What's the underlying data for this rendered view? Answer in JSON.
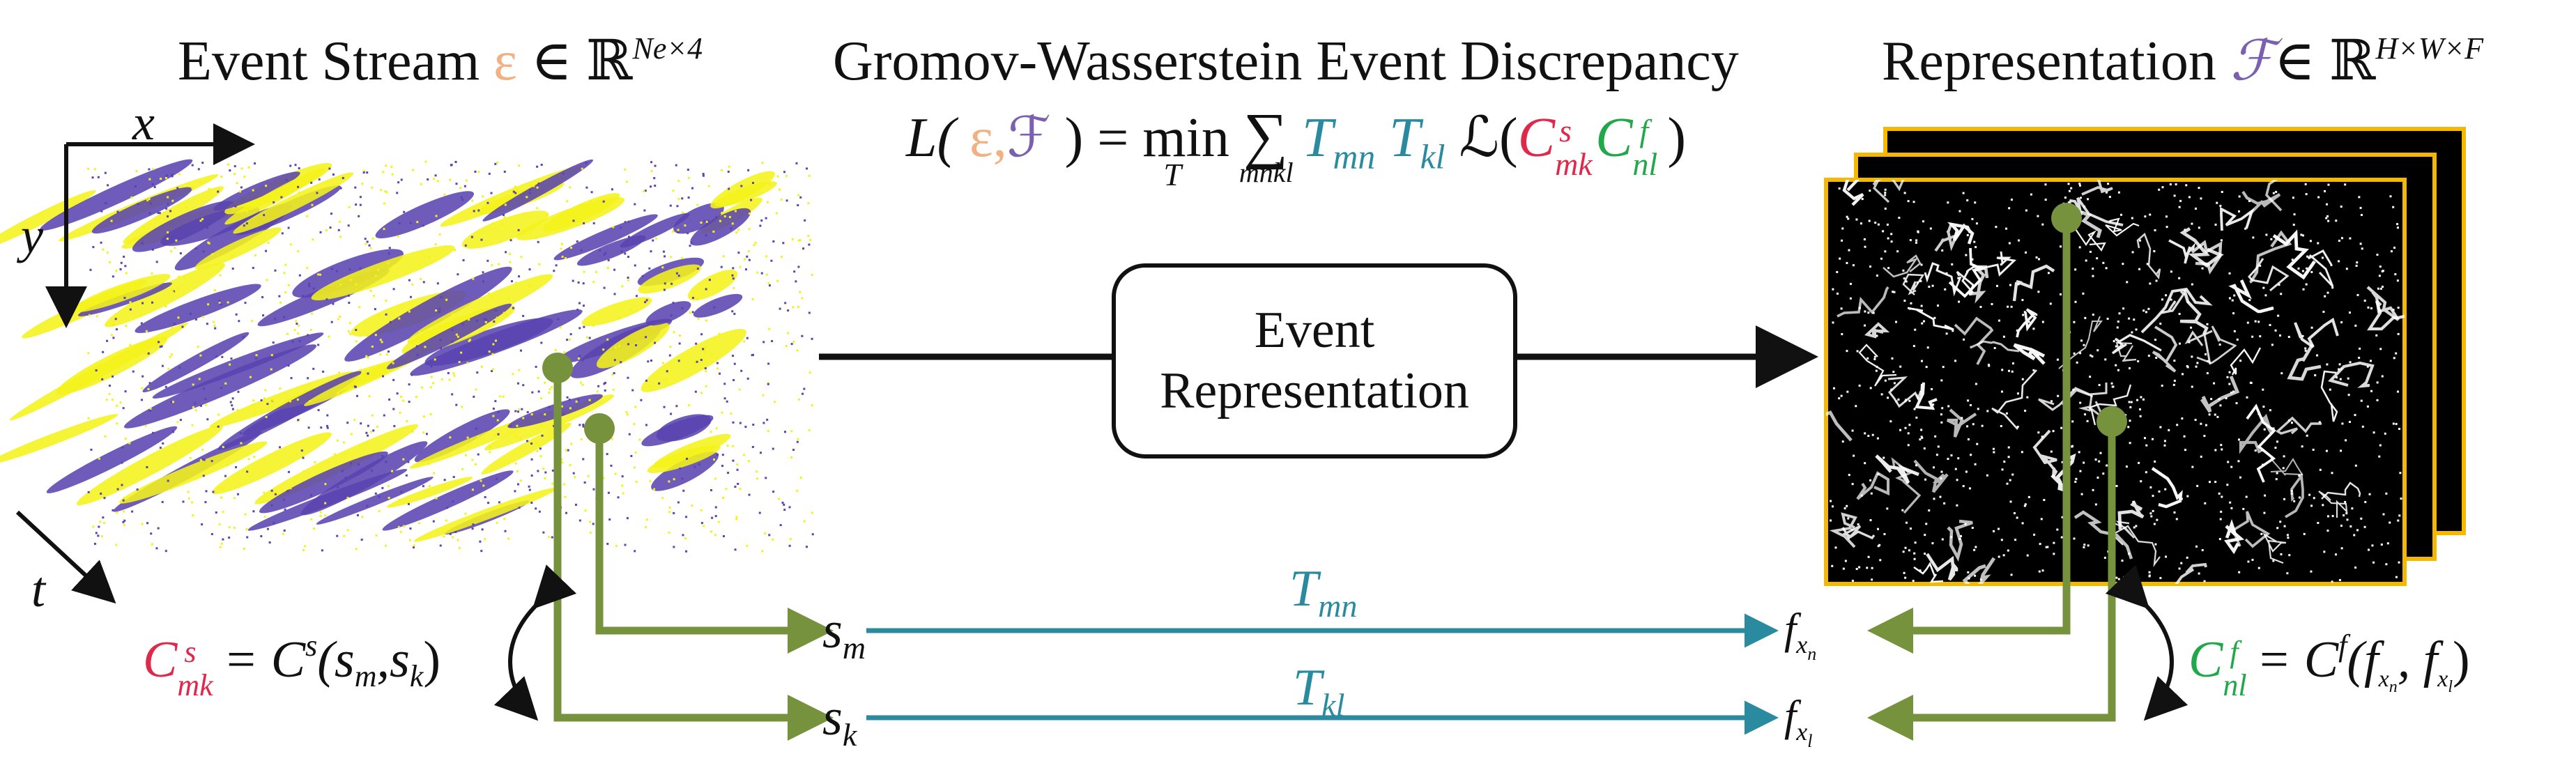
{
  "left_panel": {
    "title": "Event Stream",
    "symbol": "ε",
    "set": "∈ ℝ",
    "exponent": "Ne×4",
    "axis_x": "x",
    "axis_y": "y",
    "axis_t": "t"
  },
  "center": {
    "title": "Gromov-Wasserstein Event Discrepancy",
    "formula": {
      "lhs_L": "L(",
      "eps": "ε,",
      "F": "ℱ",
      "rparen": ") =",
      "min": "min",
      "min_sub": "T",
      "sum": "∑",
      "sum_sub": "mnkl",
      "T1": "T",
      "T1_sub": "mn",
      "T2": "T",
      "T2_sub": "kl",
      "loss": "ℒ(",
      "Cs": "C",
      "Cs_sup": "s",
      "Cs_sub": "mk",
      "Cf": "C",
      "Cf_sup": "f",
      "Cf_sub": "nl",
      "close": ")"
    },
    "box_line1": "Event",
    "box_line2": "Representation"
  },
  "right_panel": {
    "title": "Representation",
    "symbol": "ℱ",
    "set": "∈ ℝ",
    "exponent": "H×W×F"
  },
  "bottom": {
    "s_m": "s",
    "s_m_sub": "m",
    "s_k": "s",
    "s_k_sub": "k",
    "T_mn": "T",
    "T_mn_sub": "mn",
    "T_kl": "T",
    "T_kl_sub": "kl",
    "f_xn": "f",
    "f_xn_sub": "x",
    "f_xn_subsub": "n",
    "f_xl": "f",
    "f_xl_sub": "x",
    "f_xl_subsub": "l",
    "left_eq": {
      "C": "C",
      "sup": "s",
      "sub": "mk",
      "rhs": "= C",
      "rhs_sup": "s",
      "args": "(s",
      "arg1_sub": "m",
      "comma": ",s",
      "arg2_sub": "k",
      "close": ")"
    },
    "right_eq": {
      "C": "C",
      "sup": "f",
      "sub": "nl",
      "rhs": "= C",
      "rhs_sup": "f",
      "args": "(f",
      "a1_sub": "x",
      "a1_subsub": "n",
      "comma": ", f",
      "a2_sub": "x",
      "a2_subsub": "l",
      "close": ")"
    }
  },
  "colors": {
    "event_yellow": "#f5f21a",
    "event_purple": "#5a44b0",
    "arrow_green": "#76923c",
    "arrow_teal": "#2a8aa0",
    "frame_orange": "#f5b800",
    "term_red": "#e0294a",
    "term_green": "#21a84a"
  }
}
